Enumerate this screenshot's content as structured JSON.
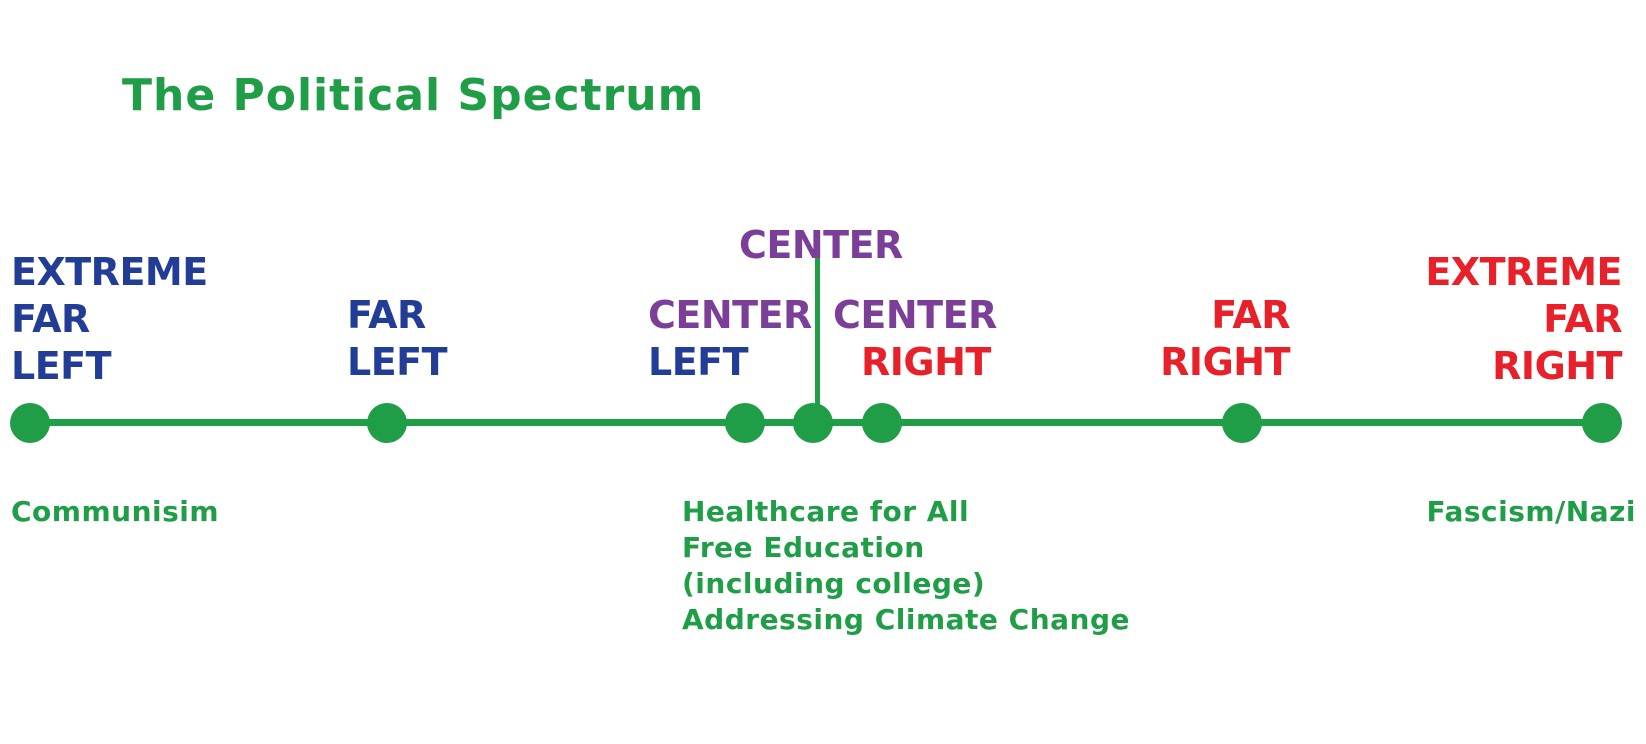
{
  "title": "The Political Spectrum",
  "colors": {
    "green": "#1f9e47",
    "blue": "#223d96",
    "purple": "#7b3f98",
    "red": "#e8202a"
  },
  "labels": {
    "extreme_far_left": [
      "EXTREME",
      "FAR",
      "LEFT"
    ],
    "far_left": [
      "FAR",
      "LEFT"
    ],
    "center_left": [
      "CENTER",
      "LEFT"
    ],
    "center": "CENTER",
    "center_right": [
      "CENTER",
      "RIGHT"
    ],
    "far_right": [
      "FAR",
      "RIGHT"
    ],
    "extreme_far_right": [
      "EXTREME",
      "FAR",
      "RIGHT"
    ]
  },
  "notes": {
    "left": "Communisim",
    "center": [
      "Healthcare for All",
      "Free Education",
      "(including college)",
      "Addressing Climate Change"
    ],
    "right": "Fascism/Nazi"
  }
}
